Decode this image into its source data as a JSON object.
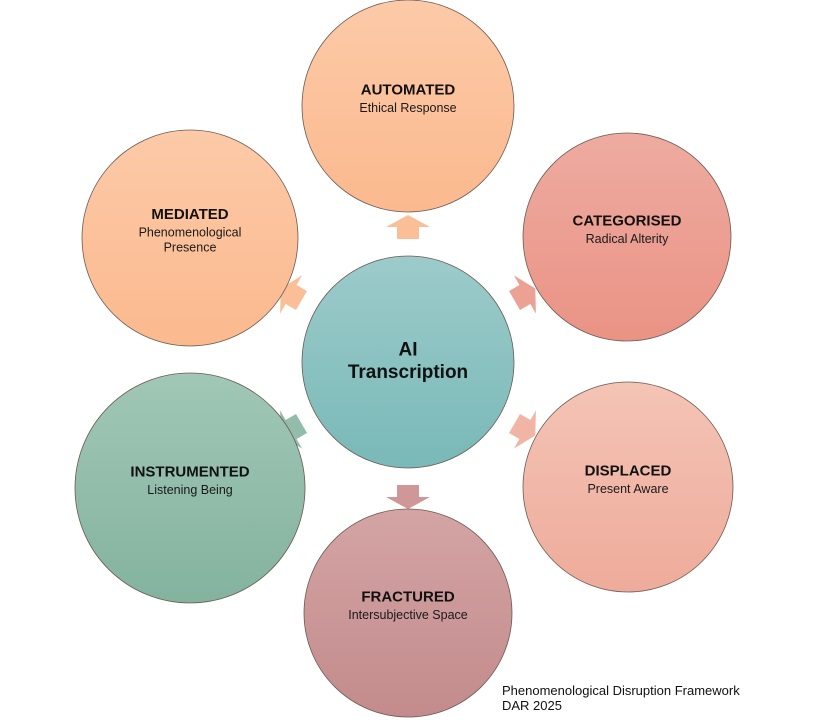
{
  "diagram": {
    "center": {
      "title_lines": [
        "AI",
        "Transcription"
      ],
      "color_top": "#9ccbca",
      "color_bottom": "#79b9b8"
    },
    "nodes": [
      {
        "id": "automated",
        "title": "AUTOMATED",
        "subtitle_lines": [
          "Ethical Response"
        ],
        "color_top": "#fccaa8",
        "color_bottom": "#fbb98e",
        "arrow_color": "#fbbf97"
      },
      {
        "id": "categorised",
        "title": "CATEGORISED",
        "subtitle_lines": [
          "Radical Alterity"
        ],
        "color_top": "#eeaba0",
        "color_bottom": "#ea9385",
        "arrow_color": "#eba194"
      },
      {
        "id": "displaced",
        "title": "DISPLACED",
        "subtitle_lines": [
          "Present Aware"
        ],
        "color_top": "#f4c4b5",
        "color_bottom": "#eeab9b",
        "arrow_color": "#f1b5a6"
      },
      {
        "id": "fractured",
        "title": "FRACTURED",
        "subtitle_lines": [
          "Intersubjective Space"
        ],
        "color_top": "#d4a4a4",
        "color_bottom": "#c38b8c",
        "arrow_color": "#cf9798"
      },
      {
        "id": "instrumented",
        "title": "INSTRUMENTED",
        "subtitle_lines": [
          "Listening Being"
        ],
        "color_top": "#a1c7b6",
        "color_bottom": "#83b39e",
        "arrow_color": "#93bcaa"
      },
      {
        "id": "mediated",
        "title": "MEDIATED",
        "subtitle_lines": [
          "Phenomenological",
          "Presence"
        ],
        "color_top": "#fccaa8",
        "color_bottom": "#fbb98e",
        "arrow_color": "#fbbf97"
      }
    ]
  },
  "footer": {
    "line1": "Phenomenological Disruption Framework",
    "line2": "DAR 2025"
  }
}
